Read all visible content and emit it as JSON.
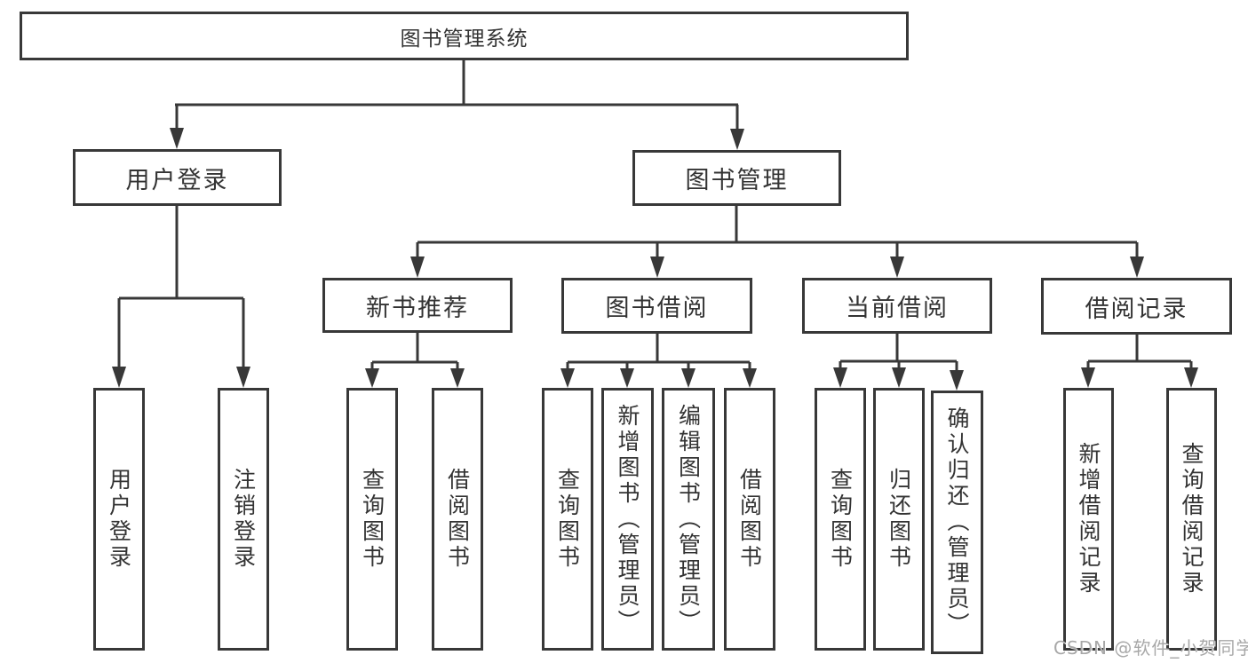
{
  "title": "图书管理系统",
  "tree": {
    "root": "图书管理系统",
    "l2": [
      "用户登录",
      "图书管理"
    ],
    "l3": [
      "新书推荐",
      "图书借阅",
      "当前借阅",
      "借阅记录"
    ],
    "l4": [
      "用户登录",
      "注销登录",
      "查询图书",
      "借阅图书",
      "查询图书",
      "新增图书（管理员）",
      "编辑图书（管理员）",
      "借阅图书",
      "查询图书",
      "归还图书",
      "确认归还（管理员）",
      "新增借阅记录",
      "查询借阅记录"
    ]
  },
  "watermark": "CSDN @软件_小贺同学",
  "colors": {
    "line": "#383838",
    "text": "#333333",
    "background": "#ffffff",
    "watermark": "#a8a8a8"
  }
}
